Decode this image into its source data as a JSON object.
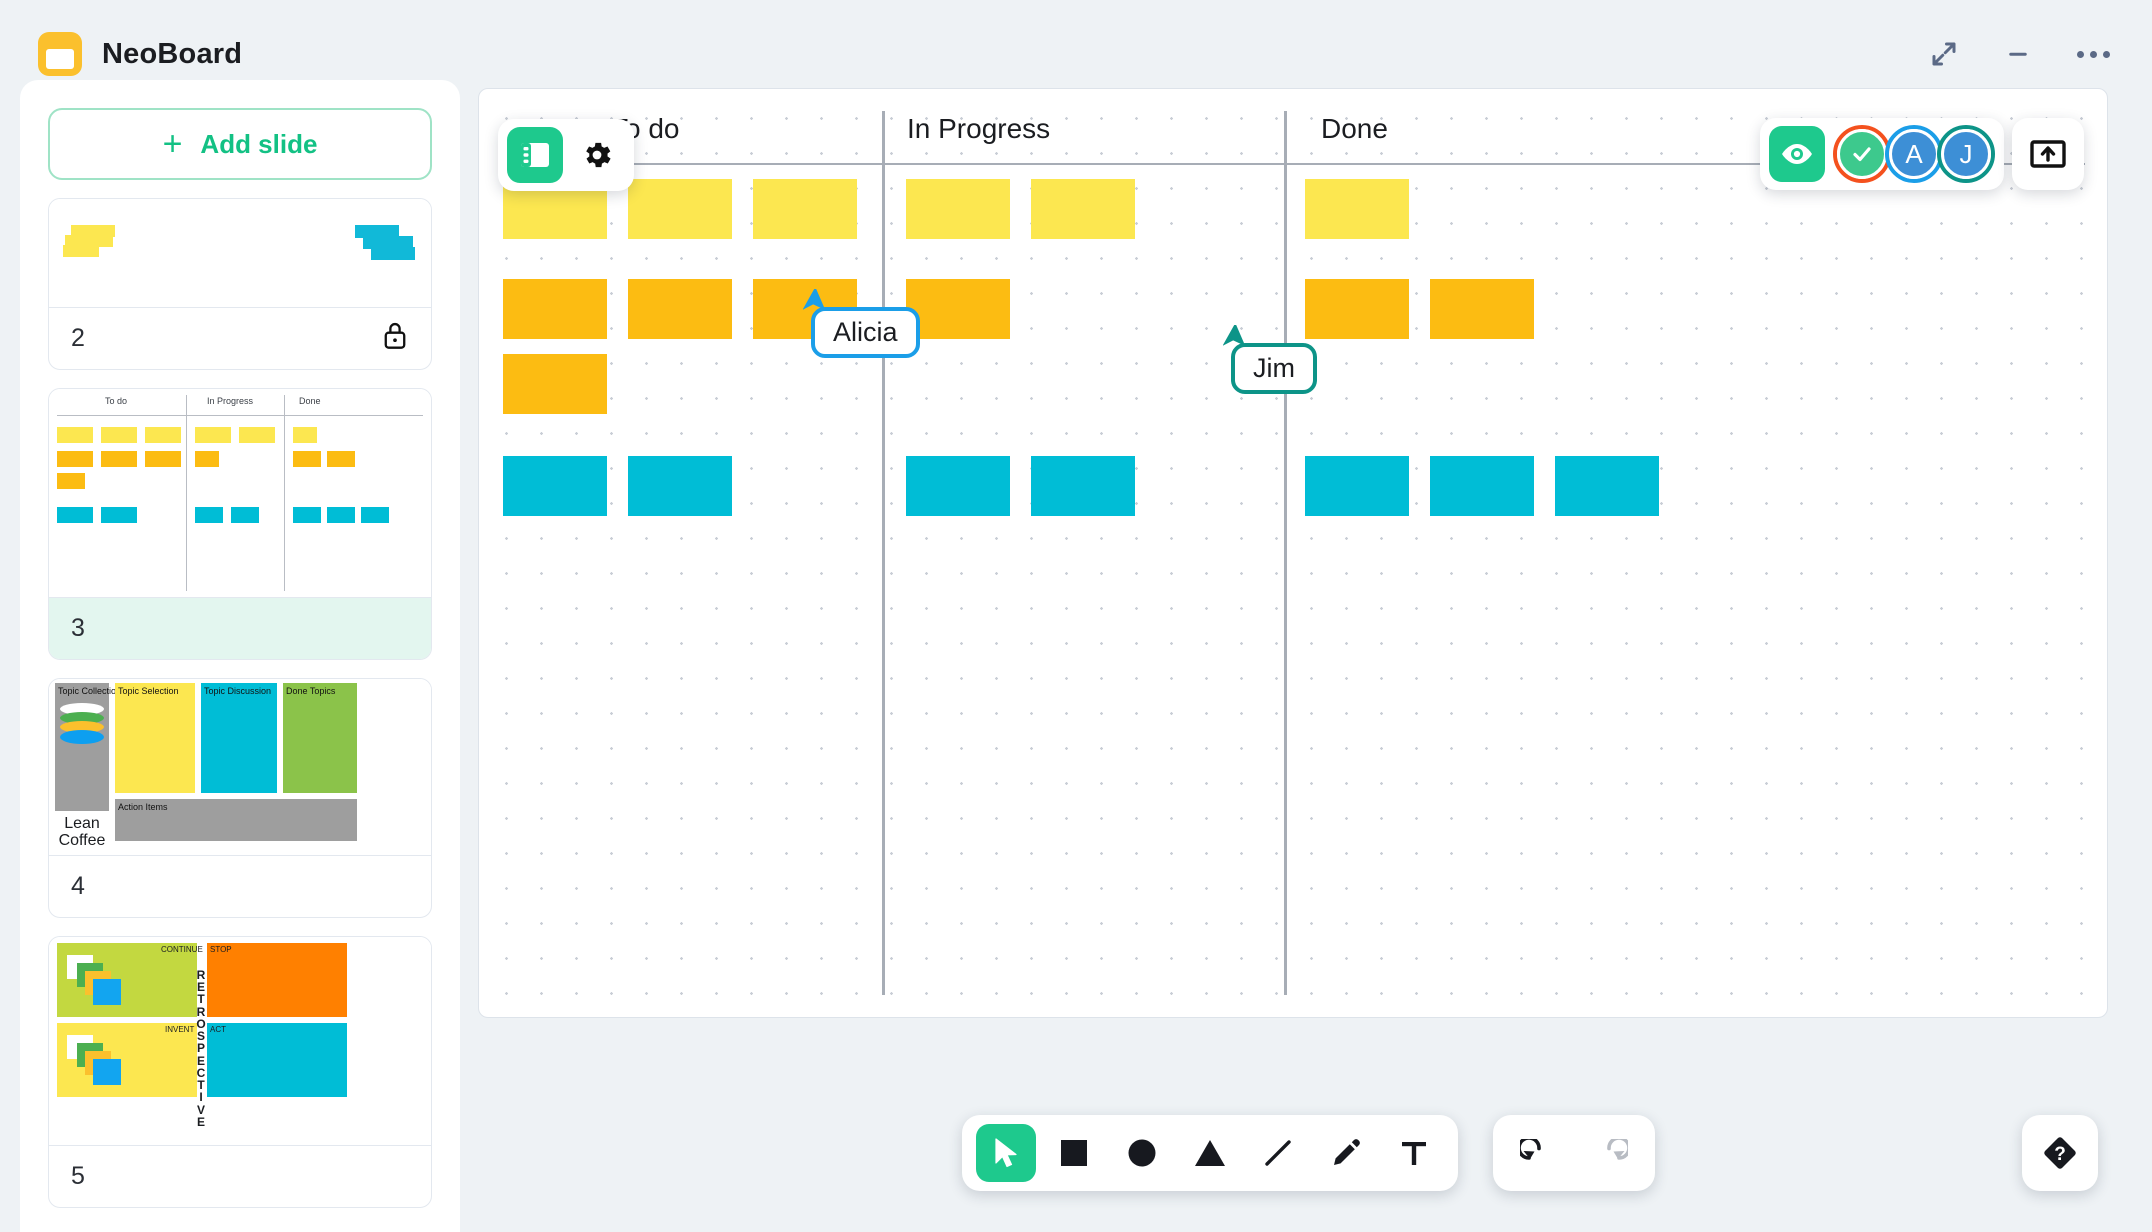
{
  "app": {
    "title": "NeoBoard",
    "logo_icon": "neoboard-logo-icon",
    "accent_green": "#1ec98d",
    "accent_yellow": "#fbc02d"
  },
  "window_controls": {
    "expand_icon": "expand-diagonal-icon",
    "minimize_icon": "minimize-icon",
    "more_icon": "more-options-icon"
  },
  "sidebar": {
    "add_slide_label": "Add slide",
    "add_slide_icon": "plus-icon",
    "slides": [
      {
        "number": "2",
        "active": false,
        "locked": true,
        "lock_icon": "lock-icon",
        "kind": "scribble"
      },
      {
        "number": "3",
        "active": true,
        "locked": false,
        "kind": "kanban",
        "columns": [
          "To do",
          "In Progress",
          "Done"
        ]
      },
      {
        "number": "4",
        "active": false,
        "locked": false,
        "kind": "lean-coffee",
        "caption": "Lean Coffee",
        "zones": [
          "Topic Collection",
          "Topic Selection",
          "Topic Discussion",
          "Done Topics",
          "Action Items"
        ]
      },
      {
        "number": "5",
        "active": false,
        "locked": false,
        "kind": "retrospective",
        "title": "RETROSPECTIVE",
        "quadrants": [
          "CONTINUE",
          "STOP",
          "INVENT",
          "ACT"
        ]
      }
    ]
  },
  "board": {
    "sidebar_toggle_icon": "panel-toggle-icon",
    "settings_icon": "gear-icon",
    "columns": [
      {
        "label": "To do"
      },
      {
        "label": "In Progress"
      },
      {
        "label": "Done"
      }
    ],
    "notes": {
      "yellow_color": "#fce750",
      "orange_color": "#fcbc12",
      "cyan_color": "#00bdd6",
      "rows": [
        {
          "color": "yellow",
          "todo": 3,
          "in_progress": 2,
          "done": 1
        },
        {
          "color": "orange",
          "todo": 4,
          "in_progress": 1,
          "done": 2
        },
        {
          "color": "cyan",
          "todo": 2,
          "in_progress": 2,
          "done": 3
        }
      ]
    },
    "cursors": [
      {
        "name": "Alicia",
        "color": "#1b9ee8"
      },
      {
        "name": "Jim",
        "color": "#0d9488"
      }
    ],
    "presence": {
      "visibility_icon": "eye-icon",
      "visibility_active": true,
      "avatars": [
        {
          "id": "check-avatar",
          "label": "",
          "icon": "check-icon",
          "fill": "#3dc98d",
          "ring": "#f4511e"
        },
        {
          "id": "avatar-a",
          "label": "A",
          "icon": "",
          "fill": "#3d8fd6",
          "ring": "#1b9ee8"
        },
        {
          "id": "avatar-j",
          "label": "J",
          "icon": "",
          "fill": "#3d8fd6",
          "ring": "#0d9488"
        }
      ],
      "present_icon": "present-upload-icon"
    }
  },
  "toolbar": {
    "tools": [
      {
        "id": "select",
        "icon": "cursor-icon",
        "active": true
      },
      {
        "id": "rectangle",
        "icon": "square-icon",
        "active": false
      },
      {
        "id": "ellipse",
        "icon": "circle-icon",
        "active": false
      },
      {
        "id": "triangle",
        "icon": "triangle-icon",
        "active": false
      },
      {
        "id": "line",
        "icon": "line-icon",
        "active": false
      },
      {
        "id": "pen",
        "icon": "pencil-icon",
        "active": false
      },
      {
        "id": "text",
        "icon": "text-icon",
        "active": false
      }
    ],
    "history": [
      {
        "id": "undo",
        "icon": "undo-icon",
        "enabled": true
      },
      {
        "id": "redo",
        "icon": "redo-icon",
        "enabled": false
      }
    ],
    "help_icon": "help-question-icon"
  }
}
